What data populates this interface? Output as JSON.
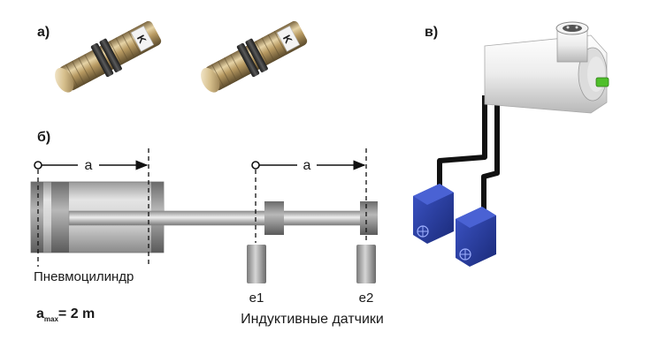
{
  "panels": {
    "a": "а)",
    "b": "б)",
    "v": "в)"
  },
  "sensor_marking": "K",
  "dimension_label": "a",
  "cylinder_label": "Пневмоцилиндр",
  "amax": {
    "symbol": "a",
    "subscript": "max",
    "value": "= 2 m"
  },
  "sensor_labels": [
    "e1",
    "e2"
  ],
  "sensors_caption": "Индуктивные датчики",
  "colors": {
    "brass": "#b89a62",
    "cylinder_body": "#cfcfcf",
    "rod": "#bdbdbd",
    "housing_white": "#ececec",
    "switch_blue": "#2a3fa0",
    "led_green": "#4fbf2a",
    "cable": "#111111"
  }
}
